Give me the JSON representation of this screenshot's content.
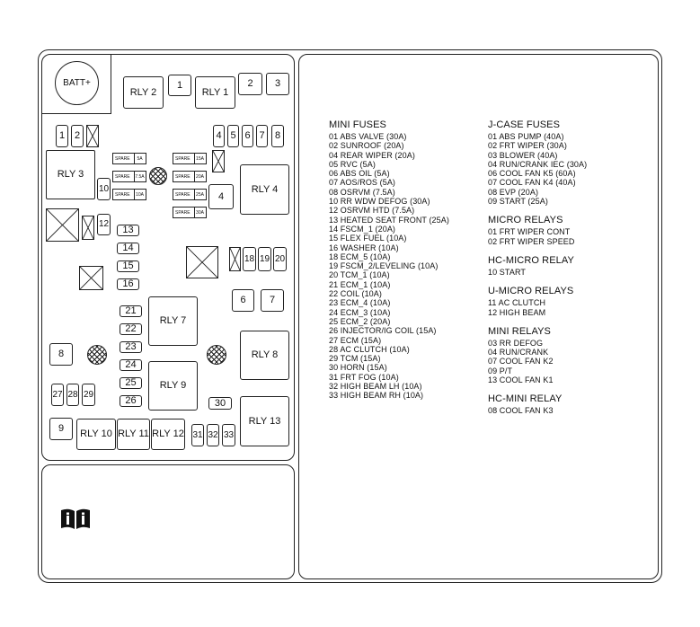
{
  "fuse_box": {
    "batt": "BATT+",
    "relays": {
      "rly1": "RLY 1",
      "rly2": "RLY 2",
      "rly3": "RLY 3",
      "rly4": "RLY 4",
      "rly7": "RLY 7",
      "rly8": "RLY 8",
      "rly9": "RLY 9",
      "rly10": "RLY 10",
      "rly11": "RLY 11",
      "rly12": "RLY 12",
      "rly13": "RLY 13"
    },
    "nums": {
      "n1": "1",
      "n2": "2",
      "n3": "3",
      "n4": "4",
      "n5": "5",
      "n6": "6",
      "n7": "7",
      "n8": "8",
      "n9": "9",
      "n10": "10",
      "n12": "12",
      "n13": "13",
      "n14": "14",
      "n15": "15",
      "n16": "16",
      "n18": "18",
      "n19": "19",
      "n20": "20",
      "n21": "21",
      "n22": "22",
      "n23": "23",
      "n24": "24",
      "n25": "25",
      "n26": "26",
      "n27": "27",
      "n28": "28",
      "n29": "29",
      "n30": "30",
      "n31": "31",
      "n32": "32",
      "n33": "33"
    },
    "spares": {
      "s5a": "5A",
      "s75a": "7.5A",
      "s10a": "10A",
      "s15a": "15A",
      "s20a": "20A",
      "s25a": "25A",
      "s30a": "30A",
      "label": "SPARE"
    },
    "book_icon": "book-info-icon"
  },
  "legend": {
    "mini_fuses": {
      "title": "MINI FUSES",
      "items": [
        "01  ABS VALVE  (30A)",
        "02  SUNROOF  (20A)",
        "04  REAR WIPER  (20A)",
        "05  RVC  (5A)",
        "06  ABS OIL  (5A)",
        "07  AOS/ROS  (5A)",
        "08  OSRVM  (7.5A)",
        "10  RR WDW DEFOG  (30A)",
        "12  OSRVM HTD  (7.5A)",
        "13  HEATED SEAT FRONT  (25A)",
        "14  FSCM_1  (20A)",
        "15  FLEX FUEL  (10A)",
        "16  WASHER  (10A)",
        "18  ECM_5  (10A)",
        "19  FSCM_2/LEVELING  (10A)",
        "20  TCM_1  (10A)",
        "21  ECM_1  (10A)",
        "22  COIL  (10A)",
        "23  ECM_4  (10A)",
        "24  ECM_3  (10A)",
        "25  ECM_2  (20A)",
        "26  INJECTOR/IG COIL  (15A)",
        "27  ECM  (15A)",
        "28  AC CLUTCH  (10A)",
        "29  TCM  (15A)",
        "30  HORN  (15A)",
        "31  FRT FOG  (10A)",
        "32  HIGH BEAM LH  (10A)",
        "33  HIGH BEAM RH  (10A)"
      ]
    },
    "j_case_fuses": {
      "title": "J-CASE FUSES",
      "items": [
        "01  ABS PUMP  (40A)",
        "02  FRT WIPER  (30A)",
        "03  BLOWER  (40A)",
        "04  RUN/CRANK IEC  (30A)",
        "06  COOL FAN K5  (60A)",
        "07  COOL FAN K4  (40A)",
        "08  EVP  (20A)",
        "09  START  (25A)"
      ]
    },
    "micro_relays": {
      "title": "MICRO RELAYS",
      "items": [
        "01  FRT WIPER CONT",
        "02  FRT WIPER SPEED"
      ]
    },
    "hc_micro_relay": {
      "title": "HC-MICRO RELAY",
      "items": [
        "10  START"
      ]
    },
    "u_micro_relays": {
      "title": "U-MICRO RELAYS",
      "items": [
        "11  AC CLUTCH",
        "12  HIGH BEAM"
      ]
    },
    "mini_relays": {
      "title": "MINI RELAYS",
      "items": [
        "03  RR DEFOG",
        "04  RUN/CRANK",
        "07  COOL FAN K2",
        "09  P/T",
        "13  COOL FAN K1"
      ]
    },
    "hc_mini_relay": {
      "title": "HC-MINI RELAY",
      "items": [
        "08  COOL FAN K3"
      ]
    }
  }
}
